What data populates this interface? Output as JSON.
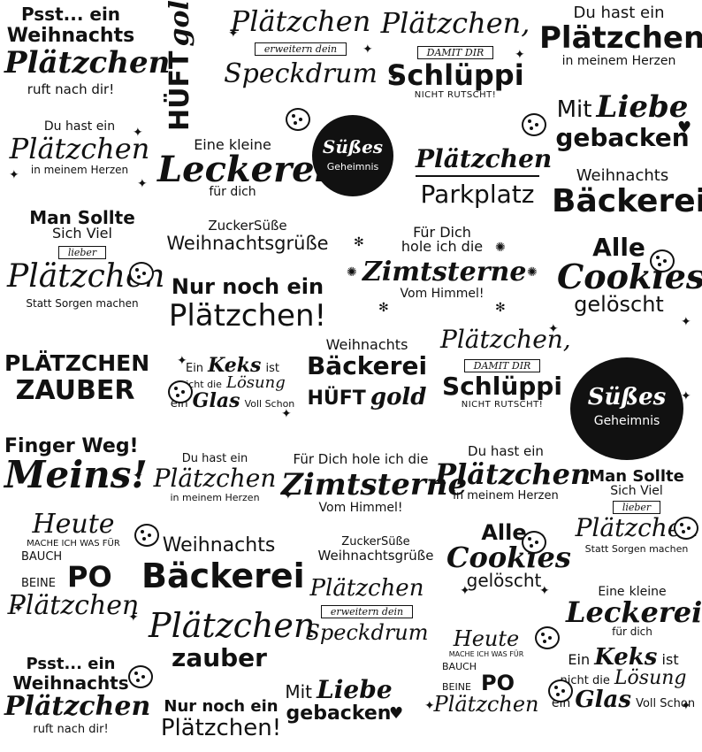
{
  "a1": [
    "Psst... ein",
    "Weihnachts",
    "Plätzchen",
    "ruft nach dir!"
  ],
  "a2": [
    "HÜFT",
    "gold"
  ],
  "a3": [
    "Plätzchen",
    "erweitern dein",
    "Speckdrum"
  ],
  "a4": [
    "Plätzchen,",
    "DAMIT DIR",
    "Schlüppi",
    "NICHT RUTSCHT!"
  ],
  "a5": [
    "Du hast ein",
    "Plätzchen",
    "in meinem Herzen"
  ],
  "b1": [
    "Du hast ein",
    "Plätzchen",
    "in meinem Herzen"
  ],
  "b2": [
    "Eine",
    "kleine",
    "Leckerei",
    "für dich"
  ],
  "b3": [
    "Süßes",
    "Geheimnis"
  ],
  "b4": [
    "Plätzchen",
    "Parkplatz"
  ],
  "b5": [
    "Mit",
    "Liebe",
    "gebacken"
  ],
  "b6": [
    "Weihnachts",
    "Bäckerei"
  ],
  "c1": [
    "Man Sollte",
    "Sich Viel",
    "lieber",
    "Plätzchen",
    "Statt Sorgen machen"
  ],
  "c2": [
    "ZuckerSüße",
    "Weihnachtsgrüße"
  ],
  "c3": [
    "Für Dich",
    "hole ich die",
    "Zimtsterne",
    "Vom Himmel!"
  ],
  "c4": [
    "Alle",
    "Cookies",
    "gelöscht"
  ],
  "c5": [
    "Nur noch ein",
    "Plätzchen!"
  ],
  "d1": [
    "PLÄTZCHEN",
    "ZAUBER"
  ],
  "d2": [
    "Ein",
    "Keks",
    "ist",
    "nicht die",
    "Lösung",
    "ein",
    "Glas",
    "Voll Schon"
  ],
  "d3": [
    "Weihnachts",
    "Bäckerei",
    "HÜFT",
    "gold"
  ],
  "d4": [
    "Plätzchen,",
    "DAMIT DIR",
    "Schlüppi",
    "NICHT RUTSCHT!"
  ],
  "d5": [
    "Süßes",
    "Geheimnis"
  ],
  "e1": [
    "Finger Weg!",
    "Meins!"
  ],
  "e2": [
    "Du hast ein",
    "Plätzchen",
    "in meinem Herzen"
  ],
  "e3": [
    "Für Dich hole ich die",
    "Zimtsterne",
    "Vom Himmel!"
  ],
  "e4": [
    "Du hast ein",
    "Plätzchen",
    "in meinem Herzen"
  ],
  "e5": [
    "Man Sollte",
    "Sich Viel",
    "lieber",
    "Plätzchen",
    "Statt Sorgen machen"
  ],
  "f1": [
    "Heute",
    "MACHE ICH WAS FÜR",
    "BAUCH",
    "BEINE",
    "PO",
    "Plätzchen"
  ],
  "f2": [
    "Weihnachts",
    "Bäckerei"
  ],
  "f3": [
    "ZuckerSüße",
    "Weihnachtsgrüße"
  ],
  "f4": [
    "Alle",
    "Cookies",
    "gelöscht"
  ],
  "f5": [
    "Eine",
    "kleine",
    "Leckerei",
    "für dich"
  ],
  "g1": [
    "Plätzchen",
    "zauber"
  ],
  "g2": [
    "Plätzchen",
    "erweitern dein",
    "Speckdrum"
  ],
  "g3": [
    "Heute",
    "MACHE ICH WAS FÜR",
    "BAUCH",
    "BEINE",
    "PO",
    "Plätzchen"
  ],
  "g4": [
    "Ein",
    "Keks",
    "ist",
    "nicht die",
    "Lösung",
    "ein",
    "Glas",
    "Voll Schon"
  ],
  "h1": [
    "Psst... ein",
    "Weihnachts",
    "Plätzchen",
    "ruft nach dir!"
  ],
  "h2": [
    "Nur noch ein",
    "Plätzchen!"
  ],
  "h3": [
    "Mit",
    "Liebe",
    "gebacken"
  ]
}
